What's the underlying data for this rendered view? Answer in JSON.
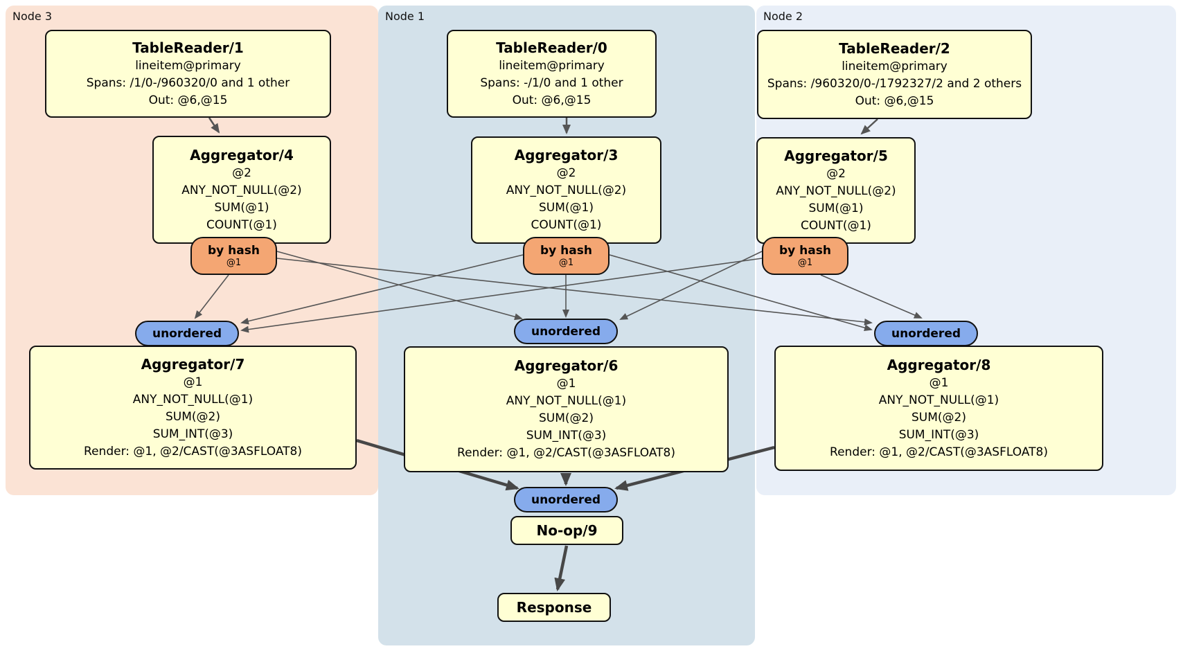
{
  "panels": {
    "node3": {
      "label": "Node 3",
      "bg": "#fbe3d5"
    },
    "node1": {
      "label": "Node 1",
      "bg": "#d3e1ea"
    },
    "node2": {
      "label": "Node 2",
      "bg": "#e9eff8"
    }
  },
  "boxes": {
    "tr1": {
      "title": "TableReader/1",
      "lines": [
        "lineitem@primary",
        "Spans: /1/0-/960320/0 and 1 other",
        "Out: @6,@15"
      ]
    },
    "tr0": {
      "title": "TableReader/0",
      "lines": [
        "lineitem@primary",
        "Spans: -/1/0 and 1 other",
        "Out: @6,@15"
      ]
    },
    "tr2": {
      "title": "TableReader/2",
      "lines": [
        "lineitem@primary",
        "Spans: /960320/0-/1792327/2 and 2 others",
        "Out: @6,@15"
      ]
    },
    "agg4": {
      "title": "Aggregator/4",
      "lines": [
        "@2",
        "ANY_NOT_NULL(@2)",
        "SUM(@1)",
        "COUNT(@1)"
      ]
    },
    "agg3": {
      "title": "Aggregator/3",
      "lines": [
        "@2",
        "ANY_NOT_NULL(@2)",
        "SUM(@1)",
        "COUNT(@1)"
      ]
    },
    "agg5": {
      "title": "Aggregator/5",
      "lines": [
        "@2",
        "ANY_NOT_NULL(@2)",
        "SUM(@1)",
        "COUNT(@1)"
      ]
    },
    "agg7": {
      "title": "Aggregator/7",
      "lines": [
        "@1",
        "ANY_NOT_NULL(@1)",
        "SUM(@2)",
        "SUM_INT(@3)",
        "Render: @1, @2/CAST(@3ASFLOAT8)"
      ]
    },
    "agg6": {
      "title": "Aggregator/6",
      "lines": [
        "@1",
        "ANY_NOT_NULL(@1)",
        "SUM(@2)",
        "SUM_INT(@3)",
        "Render: @1, @2/CAST(@3ASFLOAT8)"
      ]
    },
    "agg8": {
      "title": "Aggregator/8",
      "lines": [
        "@1",
        "ANY_NOT_NULL(@1)",
        "SUM(@2)",
        "SUM_INT(@3)",
        "Render: @1, @2/CAST(@3ASFLOAT8)"
      ]
    },
    "noop": {
      "title": "No-op/9"
    },
    "response": {
      "title": "Response"
    }
  },
  "badges": {
    "byhash4": {
      "label": "by hash",
      "sub": "@1"
    },
    "byhash3": {
      "label": "by hash",
      "sub": "@1"
    },
    "byhash5": {
      "label": "by hash",
      "sub": "@1"
    },
    "unordered7": {
      "label": "unordered"
    },
    "unordered6": {
      "label": "unordered"
    },
    "unordered8": {
      "label": "unordered"
    },
    "unorderedFinal": {
      "label": "unordered"
    }
  },
  "colors": {
    "box_fill": "#ffffd4",
    "box_border": "#111111",
    "byhash_fill": "#f4a673",
    "unordered_fill": "#86abec",
    "edge_thin": "#555555",
    "edge_thick": "#474747",
    "panel_node3": "#fbe3d5",
    "panel_node1": "#d3e1ea",
    "panel_node2": "#e9eff8"
  }
}
